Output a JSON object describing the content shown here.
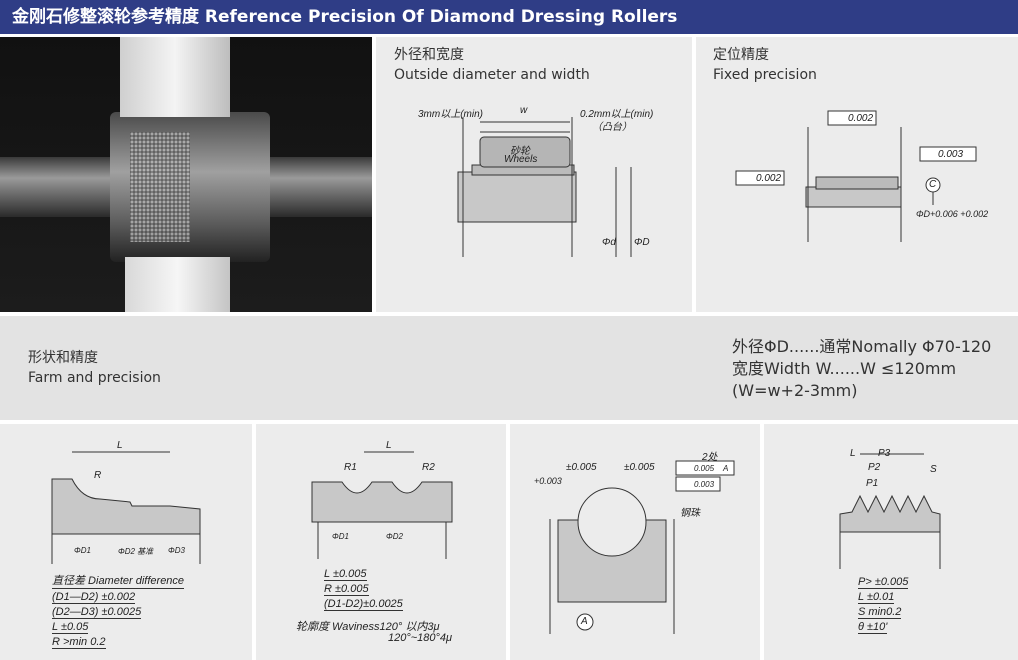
{
  "header": {
    "title": "金刚石修整滚轮参考精度 Reference Precision Of Diamond Dressing Rollers"
  },
  "outside": {
    "title_cn": "外径和宽度",
    "title_en": "Outside diameter and width",
    "lbl_left": "3mm以上(min)",
    "lbl_w": "w",
    "lbl_right": "0.2mm以上(min)",
    "lbl_right2": "（凸台）",
    "lbl_wheel_cn": "砂轮",
    "lbl_wheel_en": "Wheels",
    "lbl_d": "Φd",
    "lbl_D": "ΦD"
  },
  "fixed": {
    "title_cn": "定位精度",
    "title_en": "Fixed precision",
    "tol_top": "0.002",
    "tol_left": "0.002",
    "tol_right": "0.003",
    "datum": "C",
    "tol_D": "ΦD+0.006 +0.002"
  },
  "form": {
    "title_cn": "形状和精度",
    "title_en": "Farm and precision"
  },
  "spec": {
    "line1": "外径ΦD......通常Nomally Φ70-120",
    "line2": "宽度Width W......W ≤120mm",
    "line3": "(W=w+2-3mm)"
  },
  "p1": {
    "lbl_L": "L",
    "lbl_R": "R",
    "d1": "ΦD1",
    "d2": "ΦD2 基准",
    "d3": "ΦD3",
    "list": [
      "直径差 Diameter difference",
      "(D1—D2)  ±0.002",
      "(D2—D3)  ±0.0025",
      "L  ±0.05",
      "R  >min 0.2"
    ]
  },
  "p2": {
    "lbl_L": "L",
    "lbl_R1": "R1",
    "lbl_R2": "R2",
    "d1": "ΦD1",
    "d2": "ΦD2",
    "list": [
      "L      ±0.005",
      "R      ±0.005",
      "(D1-D2)±0.0025"
    ],
    "wave1": "轮廓度 Waviness120° 以内3μ",
    "wave2": "120°~180°4μ"
  },
  "p3": {
    "tol1": "±0.005",
    "tol2": "±0.005",
    "tol_v": "+0.003",
    "note": "2处",
    "f1": "0.005",
    "f1d": "A",
    "f2": "0.003",
    "ball": "钢珠",
    "datum": "A"
  },
  "p4": {
    "lbl_L": "L",
    "lbl_P3": "P3",
    "lbl_P2": "P2",
    "lbl_P1": "P1",
    "lbl_S": "S",
    "list": [
      "P> ±0.005",
      "L  ±0.01",
      "S  min0.2",
      "θ  ±10'"
    ]
  }
}
